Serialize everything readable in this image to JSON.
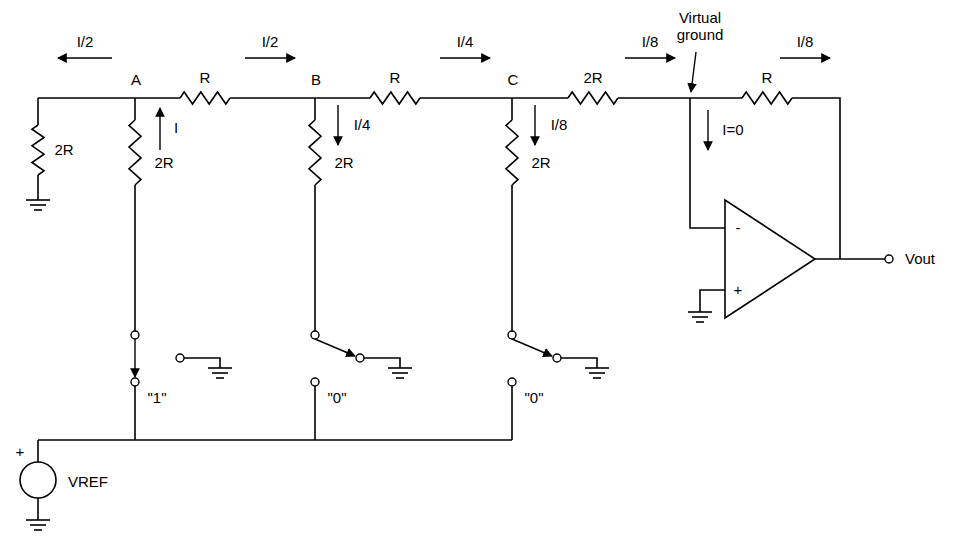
{
  "diagram": {
    "labels": [
      "I/2",
      "A",
      "R",
      "I/2",
      "B",
      "R",
      "I/4",
      "C",
      "2R",
      "I/8",
      "Virtual ground",
      "R",
      "I/8",
      "2R",
      "I",
      "2R",
      "I/4",
      "2R",
      "I/8",
      "2R",
      "I=0",
      "-",
      "+",
      "\"1\"",
      "\"0\"",
      "\"0\"",
      "+",
      "VREF",
      "Vout"
    ]
  }
}
